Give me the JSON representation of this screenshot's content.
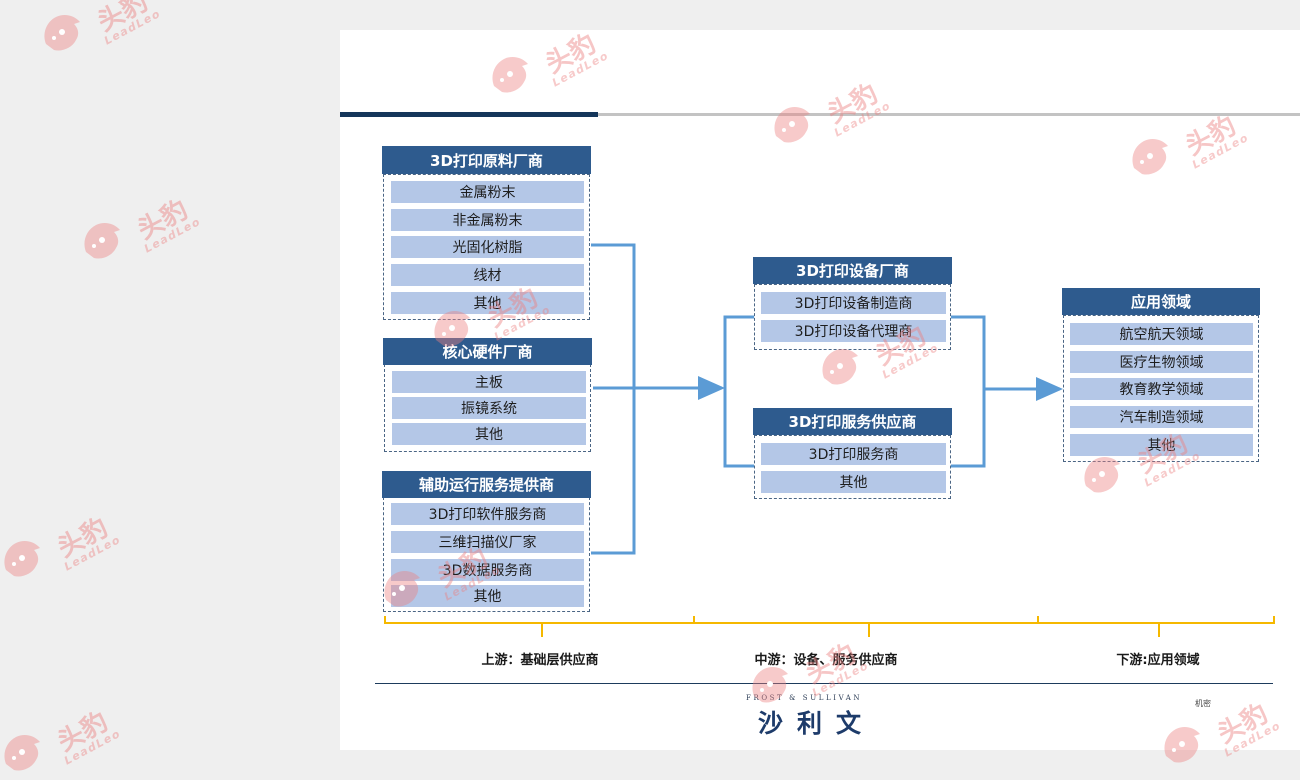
{
  "upstream_groups": [
    {
      "title": "3D打印原料厂商",
      "items": [
        "金属粉末",
        "非金属粉末",
        "光固化树脂",
        "线材",
        "其他"
      ]
    },
    {
      "title": "核心硬件厂商",
      "items": [
        "主板",
        "振镜系统",
        "其他"
      ]
    },
    {
      "title": "辅助运行服务提供商",
      "items": [
        "3D打印软件服务商",
        "三维扫描仪厂家",
        "3D数据服务商",
        "其他"
      ]
    }
  ],
  "midstream_groups": [
    {
      "title": "3D打印设备厂商",
      "items": [
        "3D打印设备制造商",
        "3D打印设备代理商"
      ]
    },
    {
      "title": "3D打印服务供应商",
      "items": [
        "3D打印服务商",
        "其他"
      ]
    }
  ],
  "downstream_group": {
    "title": "应用领域",
    "items": [
      "航空航天领域",
      "医疗生物领域",
      "教育教学领域",
      "汽车制造领域",
      "其他"
    ]
  },
  "stages": {
    "upstream": "上游：基础层供应商",
    "midstream": "中游：设备、服务供应商",
    "downstream": "下游:应用领域"
  },
  "footer": {
    "brand_en": "FROST & SULLIVAN",
    "brand_cn": "沙利文",
    "confidential": "机密"
  },
  "watermark": {
    "cn": "头豹",
    "en": "LeadLeo"
  },
  "colors": {
    "header": "#2e5b8e",
    "item": "#b4c7e7",
    "arrow": "#5b9bd5",
    "brace": "#f5b800",
    "watermark": "#ec8080"
  }
}
